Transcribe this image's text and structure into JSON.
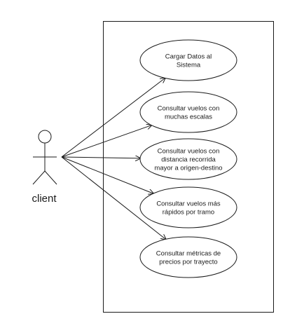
{
  "actor": {
    "name": "client"
  },
  "use_cases": [
    {
      "lines": [
        "Cargar Datos al",
        "Sistema"
      ]
    },
    {
      "lines": [
        "Consultar vuelos con",
        "muchas escalas"
      ]
    },
    {
      "lines": [
        "Consultar vuelos con",
        "distancia recorrida",
        "mayor a origen-destino"
      ]
    },
    {
      "lines": [
        "Consultar vuelos más",
        "rápidos por tramo"
      ]
    },
    {
      "lines": [
        "Consultar métricas de",
        "precios por trayecto"
      ]
    }
  ],
  "colors": {
    "stroke": "#1a1a1a",
    "text": "#1a1a1a",
    "background": "#ffffff"
  }
}
